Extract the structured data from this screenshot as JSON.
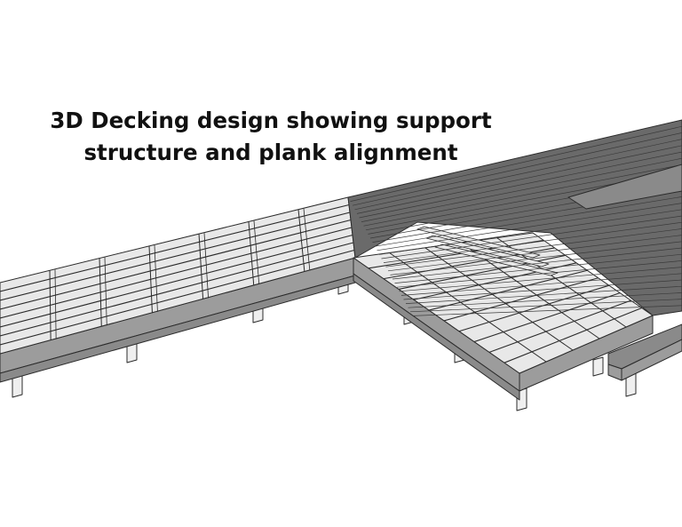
{
  "caption": {
    "line1": "3D Decking design showing support",
    "line2": "structure and plank alignment"
  },
  "colors": {
    "background": "#ffffff",
    "outline": "#2b2b2b",
    "plank_dark": "#6a6a6a",
    "plank_mid": "#8a8a8a",
    "frame_face": "#9c9c9c",
    "joist_light": "#e8e8e8",
    "post": "#efefef"
  },
  "icons": [
    "deck-frame-illustration"
  ]
}
